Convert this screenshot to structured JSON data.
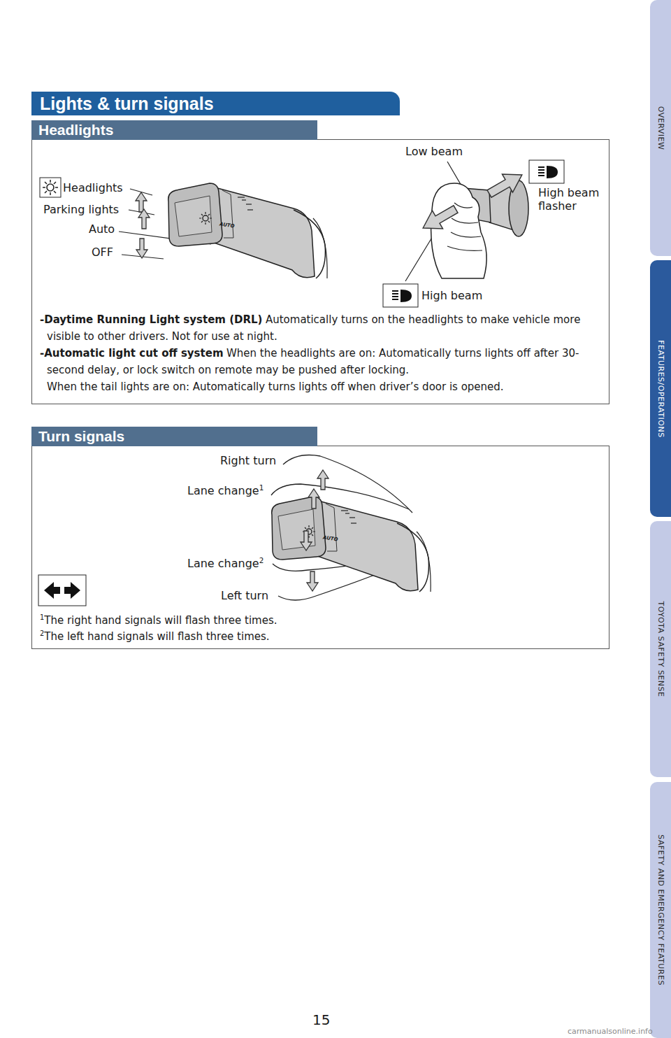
{
  "diagram": {
    "title": "Lights & turn signals",
    "nodes": [
      {
        "text": [
          "Headlights"
        ]
      },
      {
        "text": [
          "Turn signals"
        ]
      },
      {
        "text": [
          "OVERVIEW"
        ]
      },
      {
        "text": [
          "FEATURES/OPERATIONS"
        ]
      },
      {
        "text": [
          "TOYOTA SAFETY SENSE"
        ]
      },
      {
        "text": [
          "SAFETY AND EMERGENCY FEATURES"
        ]
      }
    ],
    "labels": [
      "Headlights",
      "Parking lights",
      "Auto",
      "OFF",
      "Low beam",
      "High beam flasher",
      "High beam",
      "-Daytime Running Light system (DRL)",
      "Automatically turns on the headlights to make vehicle more visible to other drivers. Not for use at night.",
      "-Automatic light cut off system",
      "When the headlights are on: Automatically turns lights off after 30-second delay, or lock switch on remote may be pushed after locking.",
      "When the tail lights are on: Automatically turns lights off when driver’s door is opened.",
      "Right turn",
      "Lane change",
      "1",
      "Lane change",
      "2",
      "Left turn",
      "1",
      "The right hand signals will flash three times.",
      "2",
      "The left hand signals will flash three times.",
      "15",
      "carmanualsonline.info",
      "AUTO",
      "AUTO"
    ]
  }
}
